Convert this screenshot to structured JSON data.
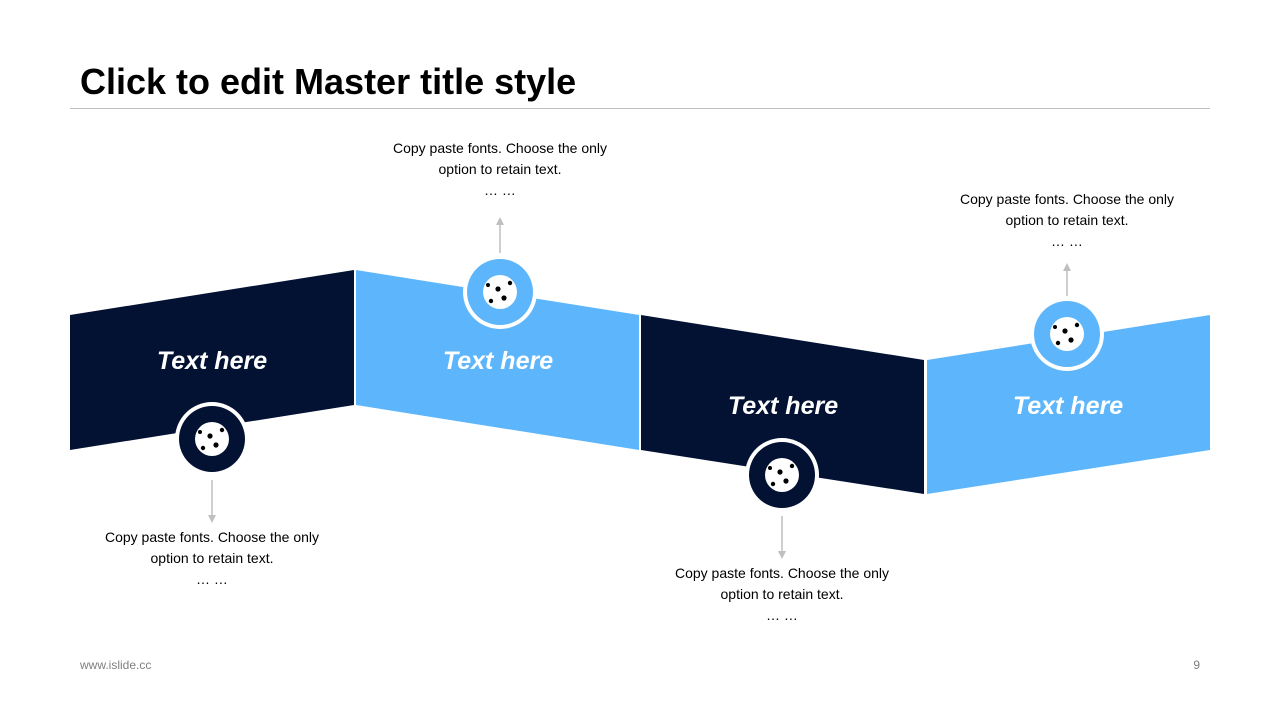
{
  "slide": {
    "title": "Click to edit Master title style"
  },
  "colors": {
    "dark": "#031233",
    "light": "#5db6fb",
    "arrow": "#bfbfbf"
  },
  "segments": [
    {
      "label": "Text here",
      "icon": "network-globe-icon",
      "desc": {
        "line1": "Copy paste fonts. Choose the only",
        "line2": "option to retain text.",
        "line3": "… …"
      }
    },
    {
      "label": "Text here",
      "icon": "network-globe-icon",
      "desc": {
        "line1": "Copy paste fonts. Choose the only",
        "line2": "option to retain text.",
        "line3": "… …"
      }
    },
    {
      "label": "Text here",
      "icon": "network-globe-icon",
      "desc": {
        "line1": "Copy paste fonts. Choose the only",
        "line2": "option to retain text.",
        "line3": "… …"
      }
    },
    {
      "label": "Text here",
      "icon": "network-globe-icon",
      "desc": {
        "line1": "Copy paste fonts. Choose the only",
        "line2": "option to retain text.",
        "line3": "… …"
      }
    }
  ],
  "footer": {
    "url": "www.islide.cc",
    "page": "9"
  }
}
